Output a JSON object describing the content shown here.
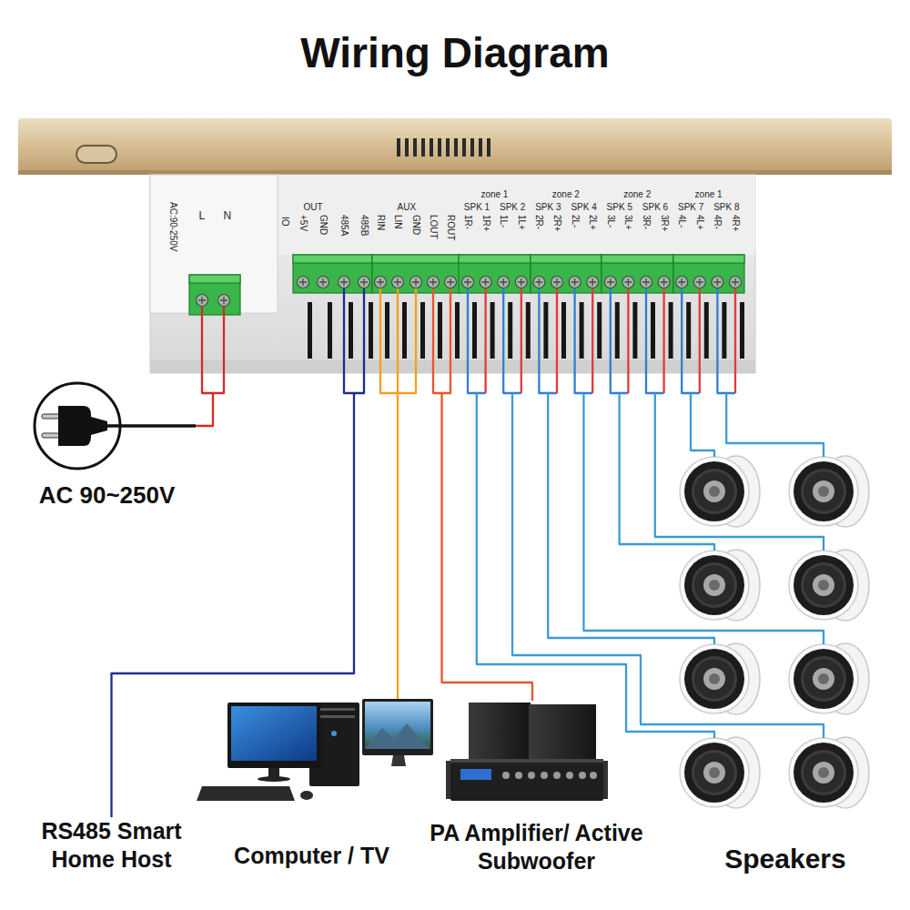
{
  "diagram": {
    "title": "Wiring Diagram",
    "nodes": [
      {
        "text": [
          "L",
          "N",
          "AC:90-250V",
          "IO",
          "OUT",
          "+5V",
          "GND",
          "485A",
          "485B",
          "AUX",
          "RIN",
          "LIN",
          "GND",
          "LOUT",
          "ROUT",
          "zone 1",
          "SPK 1",
          "1R-",
          "1R+",
          "SPK 2",
          "1L-",
          "1L+",
          "zone 2",
          "SPK 3",
          "2R-",
          "2R+",
          "SPK 4",
          "2L-",
          "2L+",
          "zone 2",
          "SPK 5",
          "3L-",
          "3L+",
          "SPK 6",
          "3R-",
          "3R+",
          "zone 1",
          "SPK 7",
          "4L-",
          "4L+",
          "SPK 8",
          "4R-",
          "4R+"
        ]
      },
      {
        "text": [
          "AC 90~250V"
        ]
      },
      {
        "text": [
          "RS485 Smart Home Host"
        ]
      },
      {
        "text": [
          "Computer / TV"
        ]
      },
      {
        "text": [
          "PA Amplifier/ Active Subwoofer"
        ]
      },
      {
        "text": [
          "Speakers"
        ]
      }
    ],
    "edges": [
      {
        "from": 0,
        "to": 1,
        "arrow": "none"
      },
      {
        "from": 0,
        "to": 2,
        "arrow": "none"
      },
      {
        "from": 0,
        "to": 3,
        "arrow": "none"
      },
      {
        "from": 0,
        "to": 4,
        "arrow": "none"
      },
      {
        "from": 0,
        "to": 5,
        "arrow": "none"
      },
      {
        "from": 0,
        "to": 5,
        "arrow": "none"
      },
      {
        "from": 0,
        "to": 5,
        "arrow": "none"
      },
      {
        "from": 0,
        "to": 5,
        "arrow": "none"
      },
      {
        "from": 0,
        "to": 5,
        "arrow": "none"
      },
      {
        "from": 0,
        "to": 5,
        "arrow": "none"
      },
      {
        "from": 0,
        "to": 5,
        "arrow": "none"
      },
      {
        "from": 0,
        "to": 5,
        "arrow": "none"
      }
    ]
  }
}
